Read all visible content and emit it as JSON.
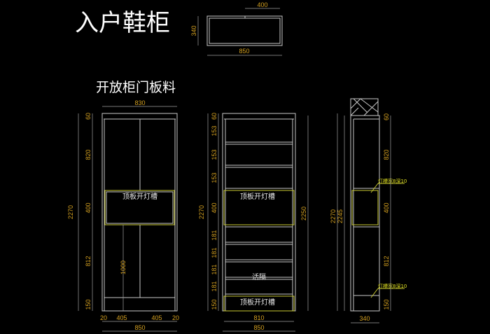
{
  "title": "入户鞋柜",
  "subtitle": "开放柜门板料",
  "top_view": {
    "depth": "340",
    "width": "850",
    "part": "400"
  },
  "front_view": {
    "top_width": "830",
    "height": "2270",
    "chain": [
      "60",
      "820",
      "400",
      "812",
      "150"
    ],
    "door_height": "1000",
    "bottom_chain": [
      "20",
      "405",
      "405",
      "20"
    ],
    "bottom_total": "850",
    "light_slot": "顶板开灯槽"
  },
  "open_view": {
    "height": "2270",
    "inner_height": "2250",
    "chain": [
      "60",
      "153",
      "153",
      "153",
      "400",
      "181",
      "181",
      "181",
      "181",
      "150"
    ],
    "inner_width": "810",
    "total_width": "850",
    "light_slot_top": "顶板开灯槽",
    "light_slot_bottom": "顶板开灯槽",
    "movable_shelf": "活隔"
  },
  "side_view": {
    "height": "2270",
    "inner_height": "2245",
    "chain": [
      "60",
      "820",
      "400",
      "812",
      "150"
    ],
    "depth": "340",
    "note_top": "灯槽宽8深10",
    "note_bottom": "灯槽宽8深10"
  }
}
